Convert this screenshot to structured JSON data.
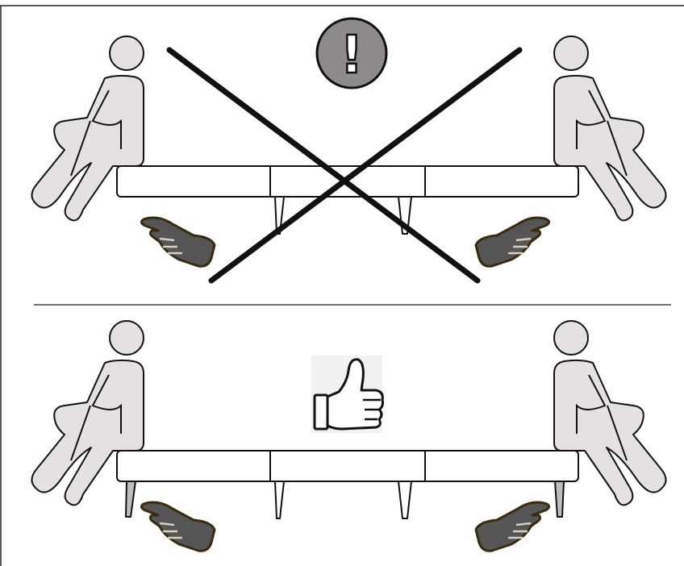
{
  "figure": {
    "panels": [
      {
        "id": "top",
        "verdict": "incorrect",
        "badge_icon": "exclamation-circle-icon",
        "pointer_icon": "pointing-hand-icon",
        "cross_out": true,
        "outer_legs": false
      },
      {
        "id": "bottom",
        "verdict": "correct",
        "badge_icon": "thumbs-up-icon",
        "pointer_icon": "pointing-hand-icon",
        "cross_out": false,
        "outer_legs": true
      }
    ],
    "badge_symbol": "!",
    "colors": {
      "figure_fill": "#e6e1e1",
      "outline": "#111111",
      "alert_fill": "#8f8a8a",
      "hand_fill": "#555555",
      "hand_outline": "#3a2a10",
      "divider": "#444444"
    }
  }
}
